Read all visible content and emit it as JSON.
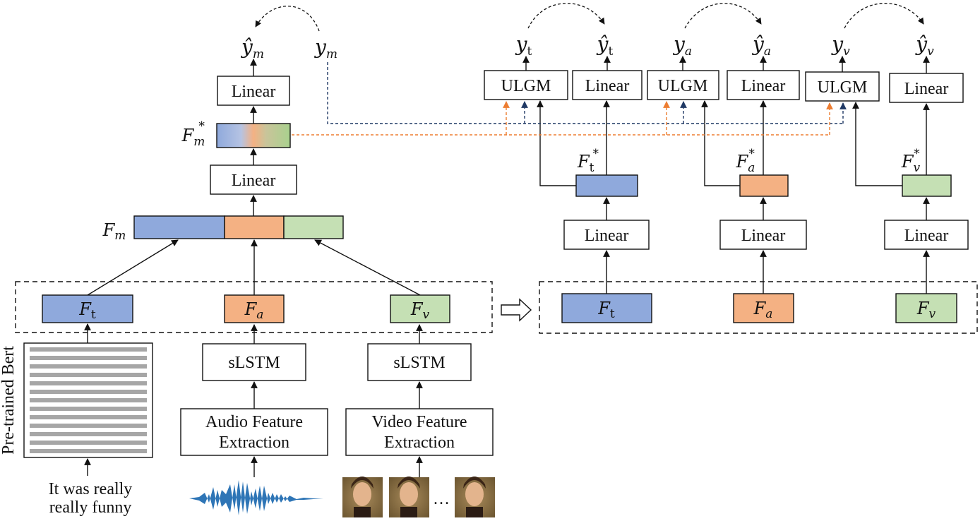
{
  "colors": {
    "text_blue": "#8fa9dc",
    "audio_orange": "#f4b183",
    "video_green": "#c5e0b4",
    "orange_link": "#ed7d31",
    "navy_link": "#1f3864",
    "bert_line": "#a6a6a6"
  },
  "labels": {
    "linear": "Linear",
    "ulgm": "ULGM",
    "slstm": "sLSTM",
    "audio_fe_line1": "Audio Feature",
    "audio_fe_line2": "Extraction",
    "video_fe_line1": "Video Feature",
    "video_fe_line2": "Extraction",
    "bert": "Pre-trained Bert",
    "input_line1": "It was really",
    "input_line2": "really  funny",
    "ellipsis": "…"
  },
  "math": {
    "F": "F",
    "y": "y",
    "yhat": "ŷ",
    "sub_m": "m",
    "sub_t": "t",
    "sub_a": "a",
    "sub_v": "v",
    "star": "*"
  },
  "icons": {
    "waveform": "audio-waveform-icon",
    "face": "face-frame-icon",
    "arrow": "hollow-right-arrow-icon"
  }
}
